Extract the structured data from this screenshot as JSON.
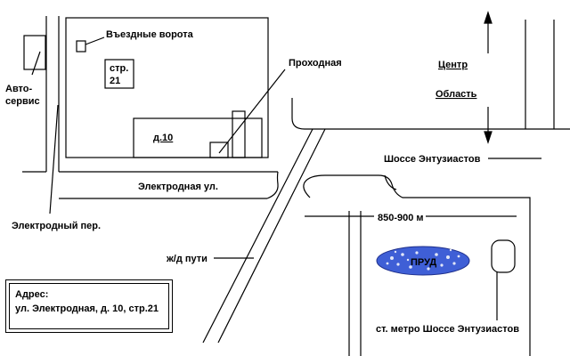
{
  "labels": {
    "gate": "Въездные ворота",
    "building_21": [
      "стр.",
      "21"
    ],
    "checkpoint": "Проходная",
    "autoservice": [
      "Авто-",
      "сервис"
    ],
    "building_10": "д.10",
    "center": "Центр",
    "region": "Область",
    "highway": "Шоссе Энтузиастов",
    "elektrodnaya_st": "Электродная ул.",
    "elektrodny_lane": "Электродный пер.",
    "distance": "850-900 м",
    "railway": "ж/д пути",
    "pond": "ПРУД",
    "metro": "ст. метро Шоссе Энтузиастов"
  },
  "address": {
    "title": "Адрес:",
    "text": "ул. Электродная, д. 10, стр.21"
  },
  "colors": {
    "pond_fill": "#3f5fd6",
    "pond_spots": "#ffffff",
    "line": "#000000"
  }
}
